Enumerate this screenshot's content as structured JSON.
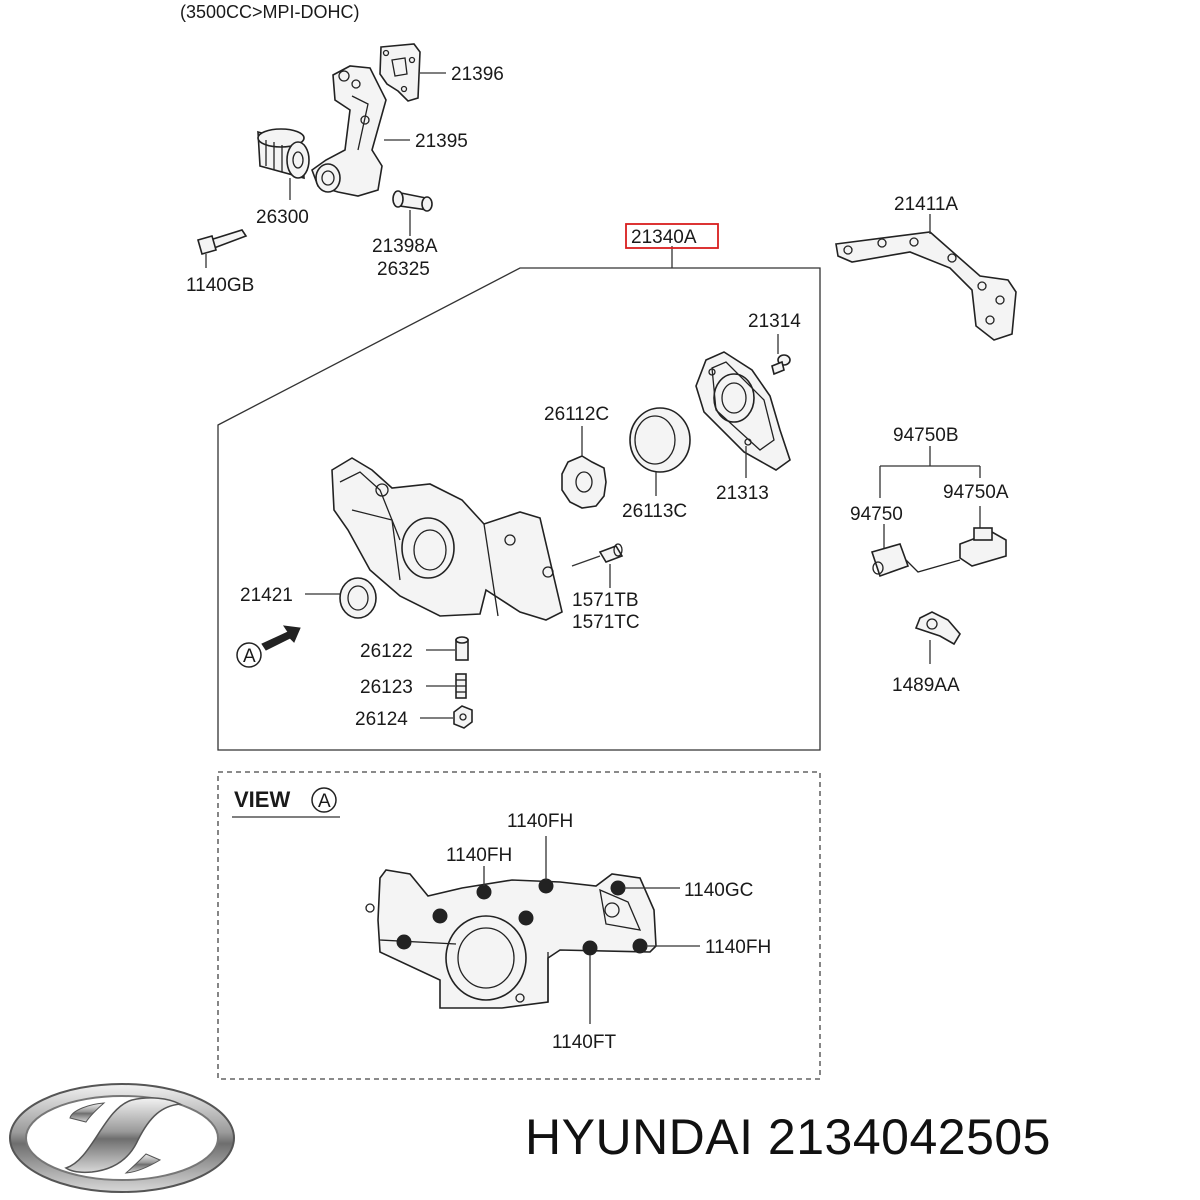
{
  "header": {
    "engine_spec": "(3500CC>MPI-DOHC)"
  },
  "parts": {
    "p21396": "21396",
    "p21395": "21395",
    "p26300": "26300",
    "p21398a": "21398A",
    "p26325": "26325",
    "p1140gb": "1140GB",
    "p21340a": "21340A",
    "p21411a": "21411A",
    "p21314": "21314",
    "p26112c": "26112C",
    "p21313": "21313",
    "p26113c": "26113C",
    "p94750b": "94750B",
    "p94750": "94750",
    "p94750a": "94750A",
    "p21421": "21421",
    "p1571tb": "1571TB",
    "p1571tc": "1571TC",
    "p26122": "26122",
    "p26123": "26123",
    "p26124": "26124",
    "p1489aa": "1489AA"
  },
  "view": {
    "title": "VIEW",
    "marker": "A",
    "bolts": {
      "fh_top": "1140FH",
      "fh_left": "1140FH",
      "gc": "1140GC",
      "fh_right": "1140FH",
      "ft": "1140FT"
    }
  },
  "arrow_marker": "A",
  "highlight_color": "#d81e1e",
  "brand": {
    "logo": "hyundai-logo",
    "caption": "HYUNDAI 2134042505"
  }
}
